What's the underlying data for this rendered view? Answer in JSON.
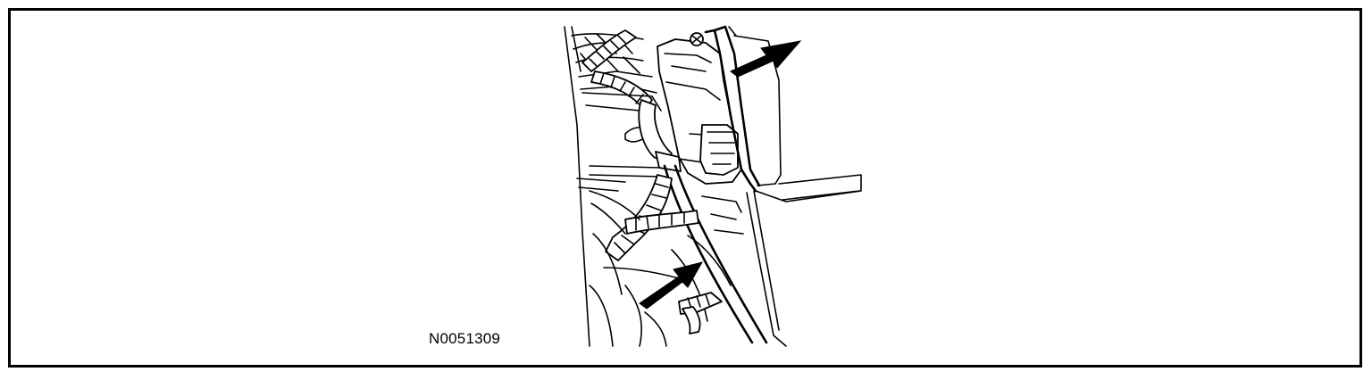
{
  "figure": {
    "id_label": "N0051309",
    "callouts": [
      {
        "name": "upper-callout-arrow",
        "target": "grommet"
      },
      {
        "name": "lower-callout-arrow",
        "target": "wiring-harness"
      }
    ],
    "colors": {
      "ink": "#000000",
      "paper": "#ffffff"
    }
  }
}
